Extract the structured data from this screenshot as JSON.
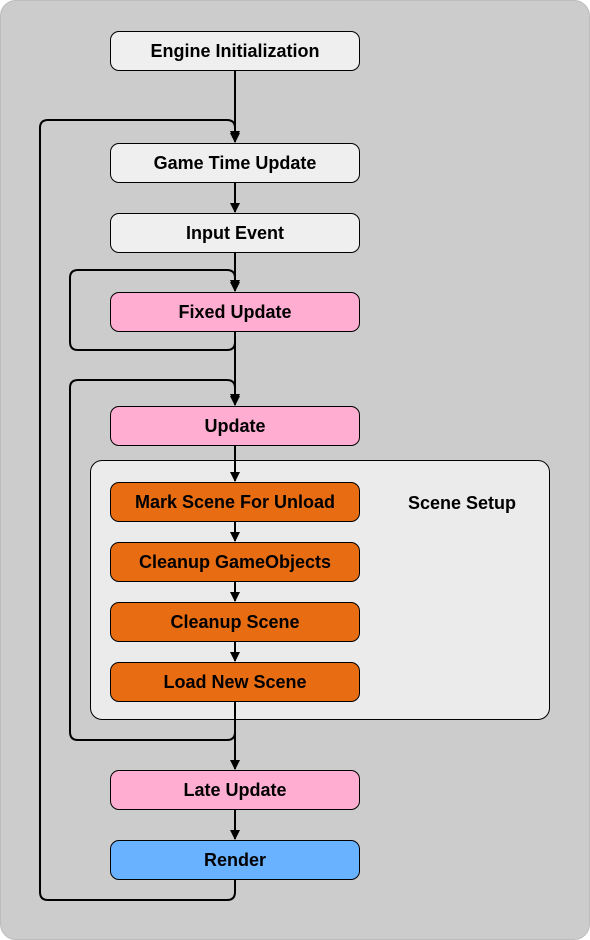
{
  "diagram": {
    "nodes": {
      "engine_init": "Engine Initialization",
      "game_time_update": "Game Time Update",
      "input_event": "Input Event",
      "fixed_update": "Fixed Update",
      "update": "Update",
      "mark_scene_for_unload": "Mark Scene For Unload",
      "cleanup_gameobjects": "Cleanup GameObjects",
      "cleanup_scene": "Cleanup Scene",
      "load_new_scene": "Load New Scene",
      "late_update": "Late Update",
      "render": "Render"
    },
    "group_label": "Scene Setup",
    "colors": {
      "background": "#cccccc",
      "group": "#ebebeb",
      "core_step": "#efefef",
      "update_step": "#ffadd1",
      "scene_step": "#e86c12",
      "render_step": "#69b2ff"
    }
  }
}
